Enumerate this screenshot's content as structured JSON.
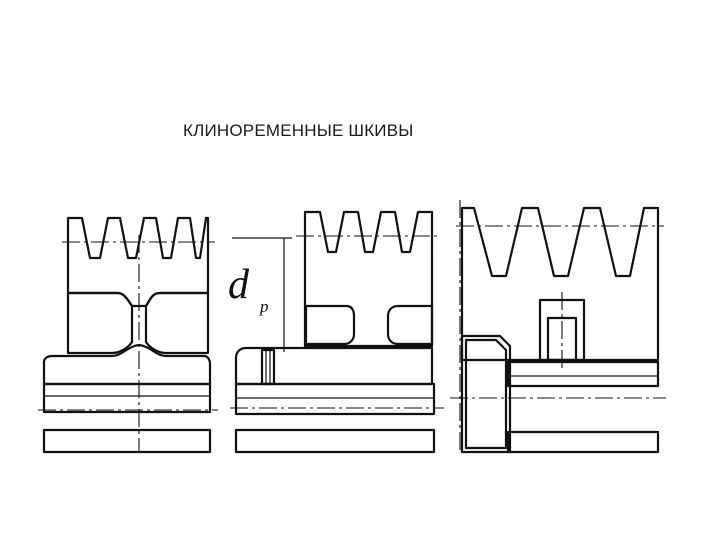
{
  "slide": {
    "title": "КЛИНОРЕМЕННЫЕ ШКИВЫ"
  },
  "diagram": {
    "dimension_label_main": "d",
    "dimension_label_sub": "p"
  }
}
